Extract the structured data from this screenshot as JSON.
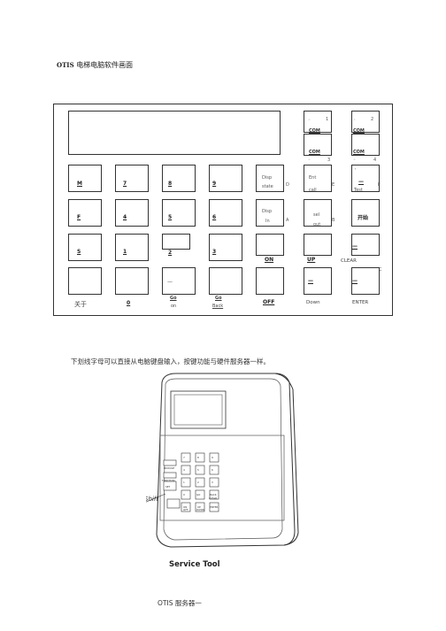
{
  "page": {
    "title_brand": "OTIS",
    "title_text": "电梯电脑软件画面",
    "description": "下划线字母可以直接从电脑键盘输入，按键功能与硬件服务器一样。",
    "footer": "OTIS 服务器一"
  },
  "keypad": {
    "top_keys": [
      {
        "label": "1",
        "sub": "COM"
      },
      {
        "label": "2",
        "sub": "COM"
      },
      {
        "label": "3",
        "sub": "COM"
      },
      {
        "label": "4",
        "sub": "COM"
      }
    ],
    "rows": [
      [
        {
          "main": "M",
          "sub": ""
        },
        {
          "main": "7",
          "sub": ""
        },
        {
          "main": "8",
          "sub": ""
        },
        {
          "main": "9",
          "sub": ""
        },
        {
          "main": "Disp",
          "sub": "state",
          "side": "D"
        },
        {
          "main": "Ent",
          "sub": "call",
          "side": "E"
        },
        {
          "main": "—",
          "sub": "Test",
          "side": "F"
        }
      ],
      [
        {
          "main": "F",
          "sub": ""
        },
        {
          "main": "4",
          "sub": ""
        },
        {
          "main": "5",
          "sub": ""
        },
        {
          "main": "6",
          "sub": ""
        },
        {
          "main": "Disp",
          "sub": "In",
          "side": "A"
        },
        {
          "main": "sel",
          "sub": "out",
          "side": "B"
        },
        {
          "main": "开始",
          "sub": ""
        }
      ],
      [
        {
          "main": "S",
          "sub": ""
        },
        {
          "main": "1",
          "sub": ""
        },
        {
          "main": "2",
          "sub": ""
        },
        {
          "main": "3",
          "sub": ""
        },
        {
          "main": "ON",
          "sub": ""
        },
        {
          "main": "UP",
          "sub": ""
        },
        {
          "main": "—",
          "sub": "CLEAR",
          "side": "C"
        }
      ],
      [
        {
          "main": "关于",
          "sub": ""
        },
        {
          "main": "0",
          "sub": ""
        },
        {
          "main": "Go",
          "sub": "on"
        },
        {
          "main": "Go",
          "sub": "Back"
        },
        {
          "main": "OFF",
          "sub": ""
        },
        {
          "main": "—",
          "sub": "Down"
        },
        {
          "main": "—",
          "sub": "ENTER"
        }
      ]
    ]
  },
  "photo": {
    "shift_label": "Shift",
    "caption": "Service Tool",
    "mini_keys": [
      "7",
      "8",
      "9",
      "MODULE",
      "4",
      "5",
      "6",
      "FUNCTION",
      "1",
      "2",
      "3",
      "SET",
      "0",
      "GO",
      "BACK",
      "CLEAR",
      "ON",
      "UP",
      "OFF",
      "DOWN",
      "ENTER"
    ]
  }
}
